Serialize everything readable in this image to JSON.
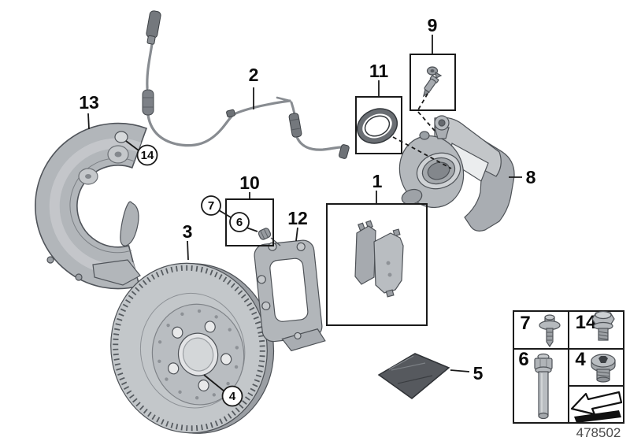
{
  "figure": {
    "type": "exploded-parts-diagram",
    "subject": "front-wheel-brake",
    "part_number": "478502",
    "callouts": {
      "n1": "1",
      "n2": "2",
      "n3": "3",
      "n4": "4",
      "n5": "5",
      "n6": "6",
      "n7": "7",
      "n8": "8",
      "n9": "9",
      "n10": "10",
      "n11": "11",
      "n12": "12",
      "n13": "13",
      "n14": "14"
    },
    "legend": {
      "cells": [
        {
          "label": "7",
          "icon": "flange-screw-icon"
        },
        {
          "label": "14",
          "icon": "hex-bolt-icon"
        },
        {
          "label": "6",
          "icon": "guide-pin-bolt-icon"
        },
        {
          "label": "4",
          "icon": "socket-head-plug-icon"
        },
        {
          "icon": "direction-of-travel-arrow-icon"
        }
      ],
      "part_number": "478502"
    },
    "colors": {
      "background": "#ffffff",
      "line": "#1a1a1a",
      "metal": "#b4b8bc",
      "metal_dark": "#84888d",
      "grease_pouch": "#56595e",
      "part_number_text": "#4a4a4a"
    }
  }
}
